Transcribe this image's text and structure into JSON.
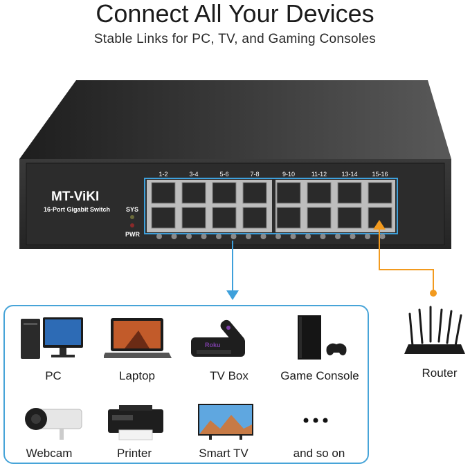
{
  "header": {
    "title": "Connect All Your Devices",
    "subtitle": "Stable Links for PC, TV, and Gaming Consoles"
  },
  "switch": {
    "brand": "MT-ViKI",
    "model": "16-Port Gigabit Switch",
    "sys_label": "SYS",
    "pwr_label": "PWR",
    "port_labels": [
      "1-2",
      "3-4",
      "5-6",
      "7-8",
      "9-10",
      "11-12",
      "13-14",
      "15-16"
    ],
    "colors": {
      "body": "#2b2b2b",
      "highlight_blue": "#3ea0db",
      "highlight_orange": "#f29a1e"
    }
  },
  "devices": [
    {
      "label": "PC",
      "icon": "pc-icon"
    },
    {
      "label": "Laptop",
      "icon": "laptop-icon"
    },
    {
      "label": "TV Box",
      "icon": "tv-box-icon"
    },
    {
      "label": "Game Console",
      "icon": "game-console-icon"
    },
    {
      "label": "Webcam",
      "icon": "webcam-icon"
    },
    {
      "label": "Printer",
      "icon": "printer-icon"
    },
    {
      "label": "Smart TV",
      "icon": "smart-tv-icon"
    },
    {
      "label": "and so on",
      "icon": "more-dots-icon"
    }
  ],
  "router": {
    "label": "Router",
    "icon": "router-icon"
  }
}
